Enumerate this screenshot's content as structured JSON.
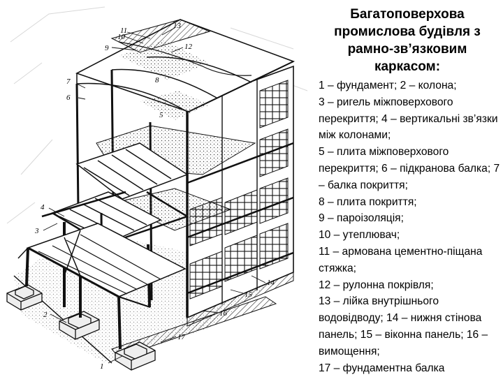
{
  "title": "Багатоповерхова промислова будівля з рамно-зв’язковим каркасом:",
  "legend": [
    "1 – фундамент; 2 – колона;",
    "3 – ригель міжповерхового перекриття; 4 – вертикальні зв’язки між колонами;",
    "5 – плита міжповерхового перекриття; 6 – підкранова балка; 7 – балка покриття;",
    "8 – плита покриття;",
    "9 – пароізоляція;",
    "10 – утеплювач;",
    "11 – армована цементно-піщана стяжка;",
    "12 – рулонна покрівля;",
    "13 – лійка внутрішнього водовідводу; 14 – нижня стінова панель; 15 – віконна панель; 16 – вимощення;",
    "17 – фундаментна балка"
  ],
  "callouts": [
    "1",
    "2",
    "3",
    "4",
    "5",
    "6",
    "7",
    "8",
    "9",
    "10",
    "11",
    "12",
    "13",
    "14",
    "15",
    "16",
    "17"
  ]
}
